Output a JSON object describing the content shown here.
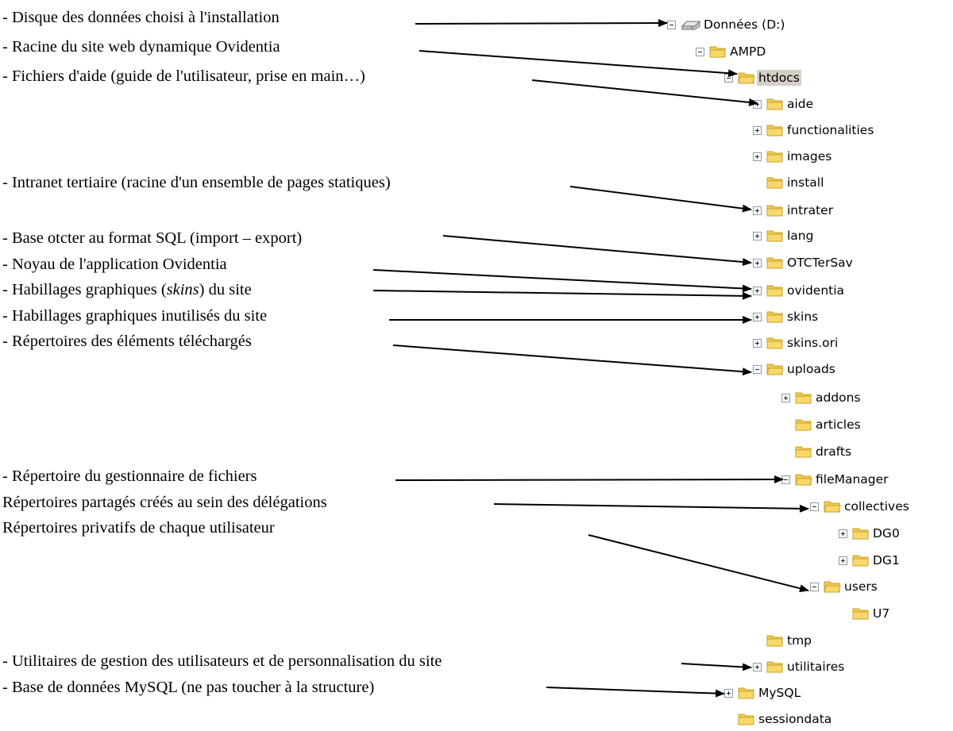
{
  "annotations": [
    {
      "id": "disque",
      "text": "- Disque des données choisi à l'installation"
    },
    {
      "id": "racine",
      "text": "- Racine du site web dynamique Ovidentia"
    },
    {
      "id": "aide",
      "text": "- Fichiers d'aide (guide de l'utilisateur, prise en main…)"
    },
    {
      "id": "intranet",
      "text": "- Intranet tertiaire (racine d'un ensemble de pages statiques)"
    },
    {
      "id": "base",
      "text": "- Base otcter au format SQL (import – export)"
    },
    {
      "id": "noyau",
      "text": "- Noyau de l'application Ovidentia"
    },
    {
      "id": "habillages",
      "text_before": "- Habillages graphiques (",
      "text_em": "skins",
      "text_after": ") du site"
    },
    {
      "id": "inutilises",
      "text": "- Habillages graphiques inutilisés du site"
    },
    {
      "id": "telecharges",
      "text": "- Répertoires des éléments téléchargés"
    },
    {
      "id": "gestionnaire",
      "text": "- Répertoire du gestionnaire de fichiers"
    },
    {
      "id": "partages",
      "text": " Répertoires partagés créés au sein des délégations"
    },
    {
      "id": "privatifs",
      "text": " Répertoires privatifs de chaque utilisateur"
    },
    {
      "id": "utilitaires",
      "text": "- Utilitaires de gestion des utilisateurs et de personnalisation du site"
    },
    {
      "id": "mysql",
      "text": "- Base de données MySQL (ne pas toucher à la structure)"
    }
  ],
  "tree": [
    {
      "id": "donnees",
      "label": "Données (D:)",
      "icon": "drive-icon",
      "expander": "minus"
    },
    {
      "id": "ampd",
      "label": "AMPD",
      "icon": "folder-icon",
      "expander": "minus"
    },
    {
      "id": "htdocs",
      "label": "htdocs",
      "icon": "folder-open-icon",
      "expander": "minus",
      "selected": true
    },
    {
      "id": "aide",
      "label": "aide",
      "icon": "folder-icon",
      "expander": "plus"
    },
    {
      "id": "functionalities",
      "label": "functionalities",
      "icon": "folder-icon",
      "expander": "plus"
    },
    {
      "id": "images",
      "label": "images",
      "icon": "folder-icon",
      "expander": "plus"
    },
    {
      "id": "install",
      "label": "install",
      "icon": "folder-icon",
      "expander": "none"
    },
    {
      "id": "intrater",
      "label": "intrater",
      "icon": "folder-icon",
      "expander": "plus"
    },
    {
      "id": "lang",
      "label": "lang",
      "icon": "folder-icon",
      "expander": "plus"
    },
    {
      "id": "otctersav",
      "label": "OTCTerSav",
      "icon": "folder-icon",
      "expander": "plus"
    },
    {
      "id": "ovidentia",
      "label": "ovidentia",
      "icon": "folder-icon",
      "expander": "plus"
    },
    {
      "id": "skins",
      "label": "skins",
      "icon": "folder-icon",
      "expander": "plus"
    },
    {
      "id": "skinsori",
      "label": "skins.ori",
      "icon": "folder-icon",
      "expander": "plus"
    },
    {
      "id": "uploads",
      "label": "uploads",
      "icon": "folder-open-icon",
      "expander": "minus"
    },
    {
      "id": "addons",
      "label": "addons",
      "icon": "folder-icon",
      "expander": "plus"
    },
    {
      "id": "articles",
      "label": "articles",
      "icon": "folder-icon",
      "expander": "none"
    },
    {
      "id": "drafts",
      "label": "drafts",
      "icon": "folder-icon",
      "expander": "none"
    },
    {
      "id": "filemanager",
      "label": "fileManager",
      "icon": "folder-open-icon",
      "expander": "minus"
    },
    {
      "id": "collectives",
      "label": "collectives",
      "icon": "folder-open-icon",
      "expander": "minus"
    },
    {
      "id": "dg0",
      "label": "DG0",
      "icon": "folder-icon",
      "expander": "plus"
    },
    {
      "id": "dg1",
      "label": "DG1",
      "icon": "folder-icon",
      "expander": "plus"
    },
    {
      "id": "users",
      "label": "users",
      "icon": "folder-open-icon",
      "expander": "minus"
    },
    {
      "id": "u7",
      "label": "U7",
      "icon": "folder-icon",
      "expander": "none"
    },
    {
      "id": "tmp",
      "label": "tmp",
      "icon": "folder-icon",
      "expander": "none"
    },
    {
      "id": "utilitaires",
      "label": "utilitaires",
      "icon": "folder-icon",
      "expander": "plus"
    },
    {
      "id": "mysql",
      "label": "MySQL",
      "icon": "folder-icon",
      "expander": "plus"
    },
    {
      "id": "sessiondata",
      "label": "sessiondata",
      "icon": "folder-icon",
      "expander": "none"
    }
  ],
  "colors": {
    "folder_fill": "#f9d86b",
    "folder_stroke": "#c9a227",
    "arrow": "#000000",
    "selection": "#d4d0c8"
  }
}
